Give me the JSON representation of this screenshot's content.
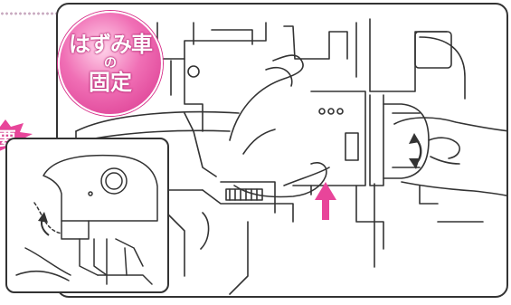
{
  "badge": {
    "line1": "はずみ車",
    "line2": "の",
    "line3": "固定"
  },
  "callout": {
    "text": "要"
  },
  "colors": {
    "accent_pink": "#e8459a",
    "line": "#333333"
  },
  "icons": [
    "rotation-arrow-icon",
    "push-up-arrow-icon",
    "rotation-direction-icon"
  ]
}
